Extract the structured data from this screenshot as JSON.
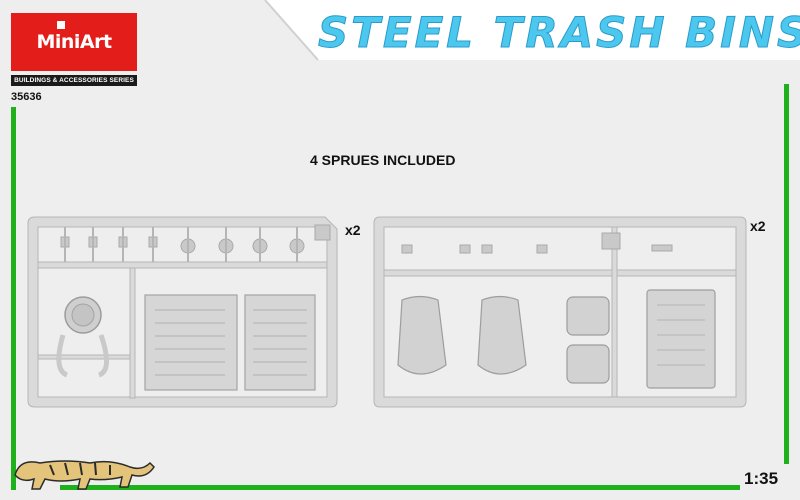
{
  "brand": {
    "name": "MiniArt",
    "series": "BUILDINGS & ACCESSORIES SERIES",
    "code": "35636"
  },
  "title": "STEEL TRASH BINS",
  "sprues_label": "4 SPRUES INCLUDED",
  "sprue_quantities": [
    "x2",
    "x2"
  ],
  "scale": "1:35",
  "colors": {
    "brand_red": "#e31d1a",
    "title_blue": "#4cc8ef",
    "accent_green": "#1fb11c",
    "plastic_gray": "#d9d9d9"
  },
  "icons": [
    "tiger-logo-icon"
  ]
}
